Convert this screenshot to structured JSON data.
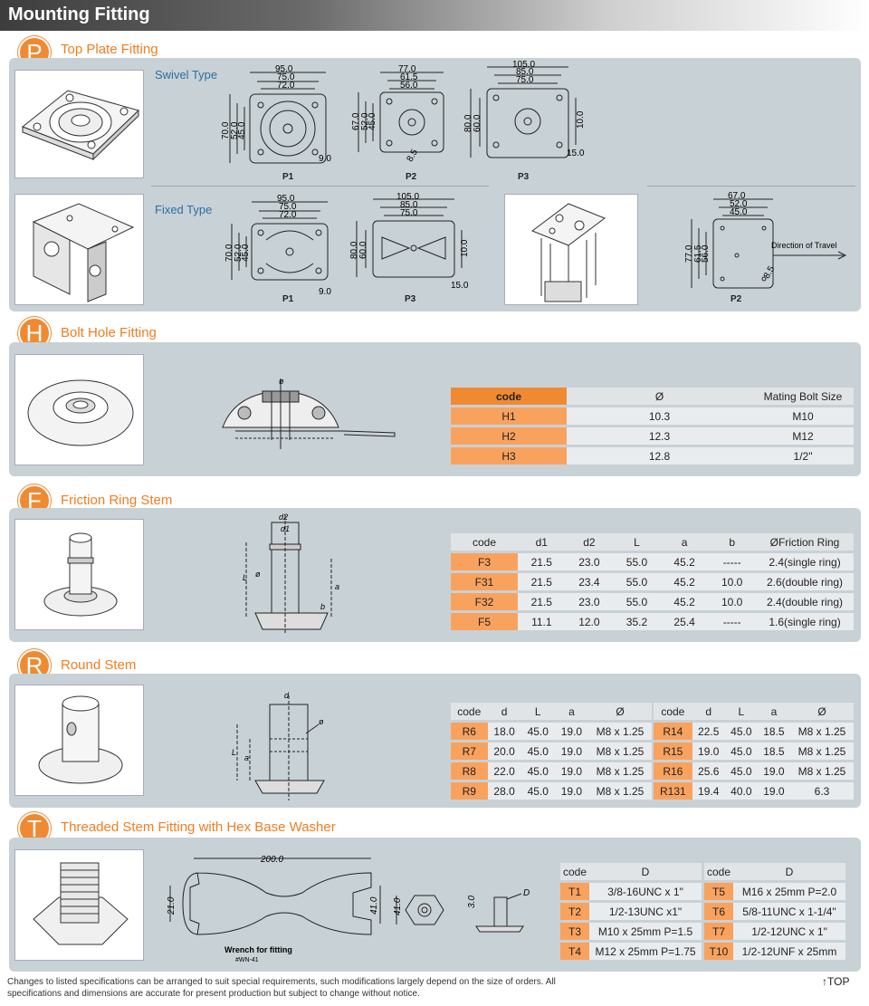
{
  "header": {
    "title": "Mounting Fitting"
  },
  "sections": {
    "p": {
      "letter": "P",
      "title": "Top Plate Fitting",
      "swivel": "Swivel Type",
      "fixed": "Fixed Type",
      "labels": {
        "p1": "P1",
        "p2": "P2",
        "p3": "P3",
        "direction": "Direction of Travel"
      }
    },
    "h": {
      "letter": "H",
      "title": "Bolt Hole Fitting"
    },
    "f": {
      "letter": "F",
      "title": "Friction Ring Stem"
    },
    "r": {
      "letter": "R",
      "title": "Round Stem"
    },
    "t": {
      "letter": "T",
      "title": "Threaded Stem Fitting with Hex Base Washer",
      "wrench_label": "Wrench for fitting",
      "wrench_code": "#WN-41"
    }
  },
  "bolt_table": {
    "headers": [
      "code",
      "Ø",
      "Mating Bolt Size"
    ],
    "rows": [
      [
        "H1",
        "10.3",
        "M10"
      ],
      [
        "H2",
        "12.3",
        "M12"
      ],
      [
        "H3",
        "12.8",
        "1/2\""
      ]
    ]
  },
  "friction_table": {
    "headers": [
      "code",
      "d1",
      "d2",
      "L",
      "a",
      "b",
      "ØFriction Ring"
    ],
    "rows": [
      [
        "F3",
        "21.5",
        "23.0",
        "55.0",
        "45.2",
        "-----",
        "2.4(single ring)"
      ],
      [
        "F31",
        "21.5",
        "23.4",
        "55.0",
        "45.2",
        "10.0",
        "2.6(double ring)"
      ],
      [
        "F32",
        "21.5",
        "23.0",
        "55.0",
        "45.2",
        "10.0",
        "2.4(double ring)"
      ],
      [
        "F5",
        "11.1",
        "12.0",
        "35.2",
        "25.4",
        "-----",
        "1.6(single ring)"
      ]
    ]
  },
  "round_table": {
    "headers": [
      "code",
      "d",
      "L",
      "a",
      "Ø"
    ],
    "left": [
      [
        "R6",
        "18.0",
        "45.0",
        "19.0",
        "M8 x 1.25"
      ],
      [
        "R7",
        "20.0",
        "45.0",
        "19.0",
        "M8 x 1.25"
      ],
      [
        "R8",
        "22.0",
        "45.0",
        "19.0",
        "M8 x 1.25"
      ],
      [
        "R9",
        "28.0",
        "45.0",
        "19.0",
        "M8 x 1.25"
      ]
    ],
    "right": [
      [
        "R14",
        "22.5",
        "45.0",
        "18.5",
        "M8 x 1.25"
      ],
      [
        "R15",
        "19.0",
        "45.0",
        "18.5",
        "M8 x 1.25"
      ],
      [
        "R16",
        "25.6",
        "45.0",
        "19.0",
        "M8 x 1.25"
      ],
      [
        "R131",
        "19.4",
        "40.0",
        "19.0",
        "6.3"
      ]
    ]
  },
  "thread_table": {
    "headers": [
      "code",
      "D"
    ],
    "left": [
      [
        "T1",
        "3/8-16UNC x 1\""
      ],
      [
        "T2",
        "1/2-13UNC x1\""
      ],
      [
        "T3",
        "M10 x 25mm P=1.5"
      ],
      [
        "T4",
        "M12 x 25mm P=1.75"
      ]
    ],
    "right": [
      [
        "T5",
        "M16 x 25mm P=2.0"
      ],
      [
        "T6",
        "5/8-11UNC x 1-1/4\""
      ],
      [
        "T7",
        "1/2-12UNC x 1\""
      ],
      [
        "T10",
        "1/2-12UNF x 25mm"
      ]
    ]
  },
  "footer": {
    "note": "Changes to listed specifications can be arranged to suit special requirements, such modifications largely depend on the size of orders. All specifications and dimensions are accurate for present production but subject to change without notice.",
    "top_link": "↑TOP"
  }
}
